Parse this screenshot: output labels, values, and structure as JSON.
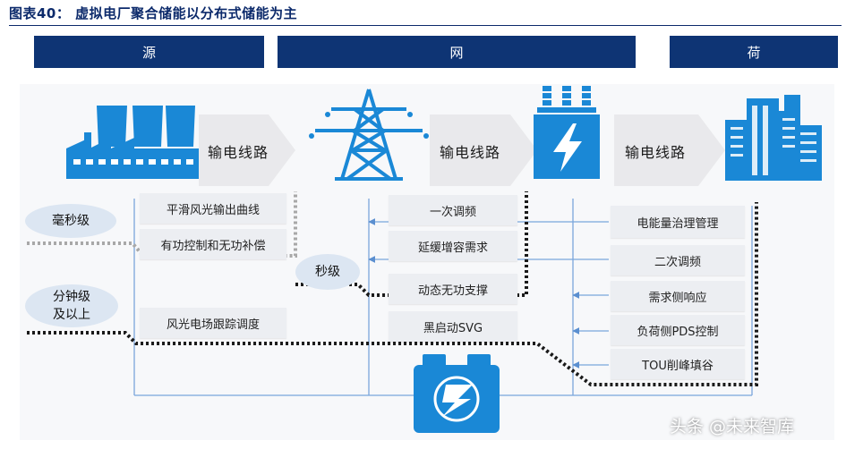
{
  "figure_title": "图表40： 虚拟电厂聚合储能以分布式储能为主",
  "headers": {
    "source": "源",
    "grid": "网",
    "load": "荷"
  },
  "line_label": "输电线路",
  "time_scales": {
    "millisecond": "毫秒级",
    "second": "秒级",
    "minute_line1": "分钟级",
    "minute_line2": "及以上"
  },
  "source_functions": [
    "平滑风光输出曲线",
    "有功控制和无功补偿",
    "风光电场跟踪调度"
  ],
  "grid_functions": [
    "一次调频",
    "延缓增容需求",
    "动态无功支撑",
    "黑启动SVG"
  ],
  "load_functions": [
    "电能量治理管理",
    "二次调频",
    "需求侧响应",
    "负荷侧PDS控制",
    "TOU削峰填谷"
  ],
  "watermark": "头条 @未来智库",
  "colors": {
    "header_bg": "#0e3474",
    "icon_blue": "#1a88d6",
    "box_bg": "#eceef2",
    "oval_bg": "#dce6f2"
  }
}
